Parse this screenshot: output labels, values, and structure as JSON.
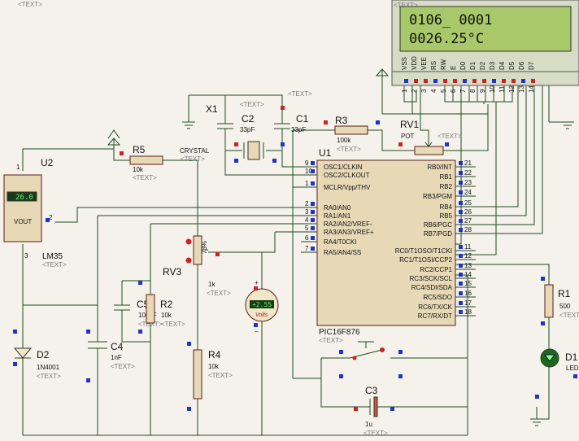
{
  "lcd": {
    "line1": "0106_      0001",
    "line2": "0026.25°C",
    "tag": "<TEXT>",
    "pins": [
      "VSS",
      "VDD",
      "VEE",
      "RS",
      "RW",
      "E",
      "D0",
      "D1",
      "D2",
      "D3",
      "D4",
      "D5",
      "D6",
      "D7"
    ],
    "pin_nums": [
      "1",
      "2",
      "3",
      "4",
      "5",
      "6",
      "7",
      "8",
      "9",
      "10",
      "11",
      "12",
      "13",
      "14"
    ]
  },
  "mcu": {
    "ref": "U1",
    "part": "PIC16F876",
    "tag": "<TEXT>",
    "left_pins": [
      {
        "num": "9",
        "name": "OSC1/CLKIN"
      },
      {
        "num": "10",
        "name": "OSC2/CLKOUT"
      },
      {
        "num": "1",
        "name": "MCLR/Vpp/THV"
      },
      {
        "num": "2",
        "name": "RA0/AN0"
      },
      {
        "num": "3",
        "name": "RA1/AN1"
      },
      {
        "num": "4",
        "name": "RA2/AN2/VREF-"
      },
      {
        "num": "5",
        "name": "RA3/AN3/VREF+"
      },
      {
        "num": "6",
        "name": "RA4/T0CKI"
      },
      {
        "num": "7",
        "name": "RA5/AN4/SS"
      }
    ],
    "right_pins": [
      {
        "num": "21",
        "name": "RB0/INT"
      },
      {
        "num": "22",
        "name": "RB1"
      },
      {
        "num": "23",
        "name": "RB2"
      },
      {
        "num": "24",
        "name": "RB3/PGM"
      },
      {
        "num": "25",
        "name": "RB4"
      },
      {
        "num": "26",
        "name": "RB5"
      },
      {
        "num": "27",
        "name": "RB6/PGC"
      },
      {
        "num": "28",
        "name": "RB7/PGD"
      },
      {
        "num": "11",
        "name": "RC0/T1OSO/T1CKI"
      },
      {
        "num": "12",
        "name": "RC1/T1OSI/CCP2"
      },
      {
        "num": "13",
        "name": "RC2/CCP1"
      },
      {
        "num": "14",
        "name": "RC3/SCK/SCL"
      },
      {
        "num": "15",
        "name": "RC4/SDI/SDA"
      },
      {
        "num": "16",
        "name": "RC5/SDO"
      },
      {
        "num": "17",
        "name": "RC6/TX/CK"
      },
      {
        "num": "18",
        "name": "RC7/RX/DT"
      }
    ]
  },
  "u2": {
    "ref": "U2",
    "part": "LM35",
    "readout": "26.0",
    "vout": "VOUT",
    "pin1": "1",
    "pin2": "2",
    "pin3": "3",
    "tag": "<TEXT>"
  },
  "x1": {
    "ref": "X1",
    "part": "CRYSTAL",
    "tag": "<TEXT>"
  },
  "c1": {
    "ref": "C1",
    "val": "33pF",
    "tag": "<TEXT>"
  },
  "c2": {
    "ref": "C2",
    "val": "33pF",
    "tag": "<TEXT>"
  },
  "c3": {
    "ref": "C3",
    "val": "1u",
    "tag": "<TEXT>"
  },
  "c4": {
    "ref": "C4",
    "val": "1nF",
    "tag": "<TEXT>"
  },
  "c5": {
    "ref": "C5",
    "val": "100pF",
    "tag": "<TEXT>"
  },
  "r1": {
    "ref": "R1",
    "val": "500",
    "tag": "<TEXT>"
  },
  "r2": {
    "ref": "R2",
    "val": "10k",
    "tag": "<TEXT>"
  },
  "r3": {
    "ref": "R3",
    "val": "100k",
    "tag": "<TEXT>"
  },
  "r4": {
    "ref": "R4",
    "val": "10k",
    "tag": "<TEXT>"
  },
  "r5": {
    "ref": "R5",
    "val": "10k",
    "tag": "<TEXT>"
  },
  "rv1": {
    "ref": "RV1",
    "val": "POT",
    "tag": "<TEXT>"
  },
  "rv3": {
    "ref": "RV3",
    "val": "1k",
    "pct": "73%",
    "tag": "<TEXT>"
  },
  "d1": {
    "ref": "D1",
    "val": "LED"
  },
  "d2": {
    "ref": "D2",
    "val": "1N4001",
    "tag": "<TEXT>"
  },
  "volt": {
    "reading": "+2.55",
    "unit": "Volts"
  },
  "misc_tag": "<TEXT>"
}
